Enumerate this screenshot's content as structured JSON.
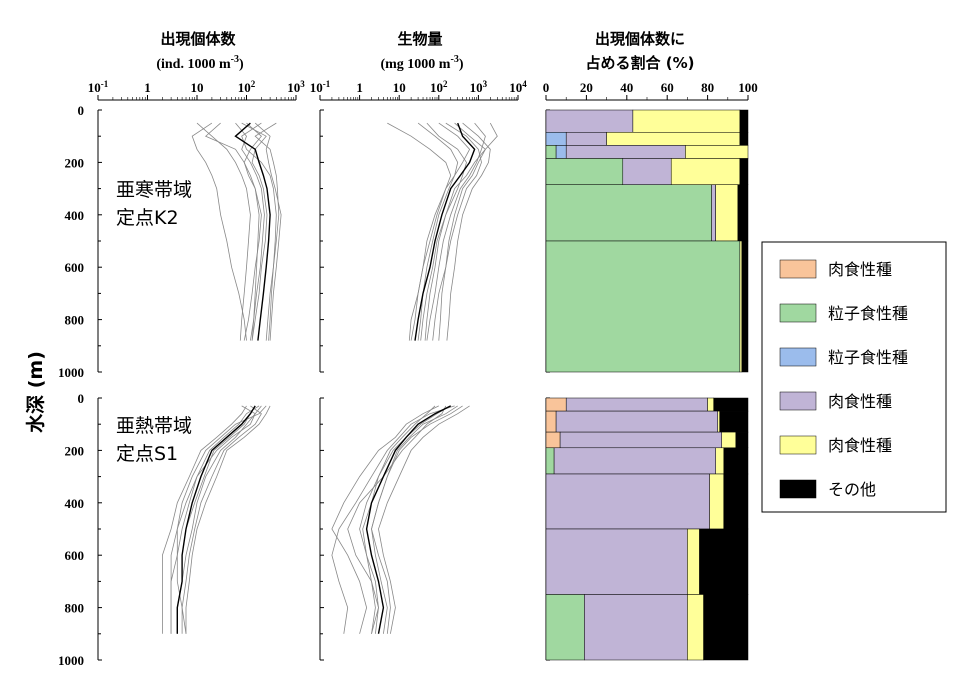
{
  "columns": {
    "abundance": {
      "line1": "出現個体数",
      "line2": "(ind. 1000 m",
      "sup": "-3",
      "close": ")"
    },
    "biomass": {
      "line1": "生物量",
      "line2": "(mg 1000 m",
      "sup": "-3",
      "close": ")"
    },
    "proportion": {
      "line1": "出現個体数に",
      "line2": "占める割合 (%)"
    }
  },
  "y_axis_label": "水深 (m)",
  "sites": {
    "top": {
      "line1": "亜寒帯域",
      "line2": "定点K2"
    },
    "bottom": {
      "line1": "亜熱帯域",
      "line2": "定点S1"
    }
  },
  "legend": [
    {
      "label": "肉食性種",
      "color": "#f9c49a"
    },
    {
      "label": "粒子食性種",
      "color": "#a0d8a0"
    },
    {
      "label": "粒子食性種",
      "color": "#9bbcec"
    },
    {
      "label": "肉食性種",
      "color": "#c0b4d6"
    },
    {
      "label": "肉食性種",
      "color": "#ffff99"
    },
    {
      "label": "その他",
      "color": "#000000"
    }
  ],
  "chart_data": [
    {
      "type": "line",
      "panel": "top-abundance",
      "xscale": "log",
      "xticks": [
        0.1,
        1,
        10,
        100,
        1000
      ],
      "xlim": [
        0.1,
        1000
      ],
      "ylim": [
        1000,
        0
      ],
      "yticks": [
        0,
        200,
        400,
        600,
        800,
        1000
      ],
      "depths": [
        50,
        100,
        150,
        200,
        250,
        300,
        400,
        500,
        600,
        700,
        800,
        880
      ],
      "mean": [
        120,
        60,
        150,
        180,
        220,
        260,
        300,
        280,
        250,
        220,
        190,
        170
      ],
      "series": [
        [
          30,
          15,
          60,
          90,
          120,
          150,
          200,
          180,
          150,
          130,
          110,
          90
        ],
        [
          200,
          80,
          100,
          200,
          300,
          350,
          400,
          380,
          350,
          300,
          270,
          250
        ],
        [
          80,
          250,
          150,
          130,
          180,
          220,
          260,
          240,
          200,
          180,
          150,
          130
        ],
        [
          400,
          150,
          300,
          350,
          400,
          420,
          450,
          400,
          350,
          320,
          300,
          280
        ],
        [
          60,
          100,
          80,
          120,
          160,
          200,
          230,
          210,
          190,
          160,
          140,
          120
        ],
        [
          10,
          20,
          40,
          60,
          80,
          100,
          120,
          110,
          100,
          90,
          80,
          75
        ],
        [
          150,
          300,
          250,
          280,
          320,
          380,
          500,
          450,
          400,
          350,
          320,
          300
        ],
        [
          20,
          8,
          10,
          15,
          20,
          25,
          30,
          40,
          50,
          70,
          90,
          100
        ],
        [
          100,
          200,
          120,
          90,
          110,
          150,
          180,
          170,
          160,
          150,
          140,
          130
        ]
      ]
    },
    {
      "type": "line",
      "panel": "top-biomass",
      "xscale": "log",
      "xticks": [
        0.1,
        1,
        10,
        100,
        1000,
        10000
      ],
      "xlim": [
        0.1,
        10000
      ],
      "ylim": [
        1000,
        0
      ],
      "yticks": [
        0,
        200,
        400,
        600,
        800,
        1000
      ],
      "depths": [
        50,
        100,
        150,
        200,
        250,
        300,
        400,
        500,
        600,
        700,
        800,
        880
      ],
      "mean": [
        300,
        400,
        800,
        600,
        350,
        200,
        120,
        80,
        60,
        40,
        30,
        25
      ],
      "series": [
        [
          100,
          300,
          600,
          400,
          250,
          150,
          90,
          60,
          40,
          30,
          20,
          18
        ],
        [
          800,
          1500,
          1200,
          900,
          600,
          350,
          200,
          130,
          100,
          80,
          60,
          50
        ],
        [
          30,
          80,
          200,
          300,
          250,
          180,
          100,
          70,
          50,
          40,
          35,
          30
        ],
        [
          2000,
          3000,
          1500,
          1000,
          700,
          400,
          250,
          180,
          150,
          120,
          110,
          100
        ],
        [
          150,
          500,
          1000,
          1200,
          900,
          500,
          300,
          200,
          150,
          100,
          80,
          70
        ],
        [
          50,
          100,
          300,
          500,
          400,
          300,
          150,
          90,
          70,
          50,
          40,
          35
        ],
        [
          400,
          1000,
          2000,
          1800,
          1200,
          700,
          400,
          300,
          250,
          200,
          180,
          160
        ],
        [
          5,
          20,
          60,
          150,
          200,
          150,
          80,
          50,
          40,
          30,
          25,
          20
        ],
        [
          250,
          600,
          1500,
          800,
          500,
          250,
          150,
          100,
          80,
          60,
          50,
          45
        ]
      ]
    },
    {
      "type": "area",
      "panel": "top-proportion",
      "stacked": true,
      "xlim": [
        0,
        100
      ],
      "xticks": [
        0,
        20,
        40,
        60,
        80,
        100
      ],
      "ylim": [
        1000,
        0
      ],
      "yticks": [
        0,
        200,
        400,
        600,
        800,
        1000
      ],
      "depth_bins": [
        [
          0,
          85
        ],
        [
          85,
          135
        ],
        [
          135,
          185
        ],
        [
          185,
          285
        ],
        [
          285,
          500
        ],
        [
          500,
          1000
        ]
      ],
      "series": [
        {
          "color": "#f9c49a",
          "values": [
            0,
            0,
            0,
            0,
            0,
            0
          ]
        },
        {
          "color": "#a0d8a0",
          "values": [
            0,
            0,
            5,
            38,
            82,
            96
          ]
        },
        {
          "color": "#9bbcec",
          "values": [
            0,
            10,
            5,
            0,
            0,
            0
          ]
        },
        {
          "color": "#c0b4d6",
          "values": [
            43,
            20,
            59,
            24,
            2,
            0
          ]
        },
        {
          "color": "#ffff99",
          "values": [
            53,
            66,
            31,
            34,
            11,
            1
          ]
        },
        {
          "color": "#000000",
          "values": [
            4,
            4,
            0,
            4,
            5,
            3
          ]
        }
      ]
    },
    {
      "type": "line",
      "panel": "bottom-abundance",
      "xscale": "log",
      "xticks": [
        0.1,
        1,
        10,
        100,
        1000
      ],
      "xlim": [
        0.1,
        1000
      ],
      "ylim": [
        1000,
        0
      ],
      "yticks": [
        0,
        200,
        400,
        600,
        800,
        1000
      ],
      "depths": [
        30,
        60,
        100,
        150,
        200,
        300,
        400,
        500,
        600,
        700,
        800,
        900
      ],
      "mean": [
        150,
        120,
        80,
        40,
        20,
        12,
        8,
        6,
        5,
        5,
        4,
        4
      ],
      "series": [
        [
          200,
          150,
          100,
          60,
          30,
          15,
          10,
          8,
          6,
          5,
          4,
          4
        ],
        [
          100,
          80,
          50,
          25,
          12,
          7,
          4,
          3,
          2,
          2,
          2,
          2
        ],
        [
          300,
          250,
          180,
          90,
          40,
          25,
          15,
          10,
          8,
          7,
          6,
          6
        ],
        [
          80,
          150,
          120,
          50,
          25,
          10,
          6,
          4,
          3,
          3,
          3,
          3
        ],
        [
          250,
          180,
          60,
          30,
          15,
          8,
          5,
          4,
          4,
          4,
          5,
          6
        ],
        [
          120,
          200,
          150,
          70,
          35,
          20,
          12,
          9,
          7,
          6,
          5,
          5
        ],
        [
          180,
          100,
          70,
          35,
          18,
          10,
          7,
          5,
          4,
          3,
          3,
          3
        ],
        [
          150,
          120,
          90,
          45,
          22,
          14,
          9,
          6,
          5,
          5,
          4,
          4
        ]
      ]
    },
    {
      "type": "line",
      "panel": "bottom-biomass",
      "xscale": "log",
      "xticks": [
        0.1,
        1,
        10,
        100,
        1000,
        10000
      ],
      "xlim": [
        0.1,
        10000
      ],
      "ylim": [
        1000,
        0
      ],
      "yticks": [
        0,
        200,
        400,
        600,
        800,
        1000
      ],
      "depths": [
        30,
        60,
        100,
        150,
        200,
        300,
        400,
        500,
        600,
        700,
        800,
        900
      ],
      "mean": [
        200,
        80,
        30,
        15,
        8,
        4,
        2,
        1.5,
        2,
        3,
        4,
        3
      ],
      "series": [
        [
          400,
          200,
          60,
          20,
          10,
          5,
          3,
          2,
          3,
          5,
          6,
          5
        ],
        [
          100,
          40,
          15,
          8,
          3,
          1,
          0.4,
          0.2,
          0.5,
          1,
          1.5,
          1
        ],
        [
          600,
          300,
          100,
          40,
          20,
          10,
          5,
          3,
          4,
          6,
          8,
          6
        ],
        [
          150,
          120,
          50,
          25,
          12,
          4,
          1,
          0.5,
          0.8,
          2,
          3,
          2
        ],
        [
          250,
          60,
          20,
          10,
          5,
          2,
          0.8,
          0.3,
          0.2,
          0.3,
          0.5,
          0.4
        ],
        [
          80,
          50,
          25,
          12,
          6,
          3,
          1.5,
          1,
          1.5,
          2,
          2.5,
          2
        ],
        [
          300,
          150,
          40,
          18,
          9,
          5,
          3,
          2,
          2.5,
          3.5,
          5,
          4
        ],
        [
          200,
          90,
          35,
          15,
          7,
          3,
          2,
          1.2,
          1.5,
          2.5,
          3,
          2.5
        ]
      ]
    },
    {
      "type": "area",
      "panel": "bottom-proportion",
      "stacked": true,
      "xlim": [
        0,
        100
      ],
      "xticks": [
        0,
        20,
        40,
        60,
        80,
        100
      ],
      "ylim": [
        1000,
        0
      ],
      "yticks": [
        0,
        200,
        400,
        600,
        800,
        1000
      ],
      "depth_bins": [
        [
          0,
          50
        ],
        [
          50,
          130
        ],
        [
          130,
          190
        ],
        [
          190,
          290
        ],
        [
          290,
          500
        ],
        [
          500,
          750
        ],
        [
          750,
          1000
        ]
      ],
      "series": [
        {
          "color": "#f9c49a",
          "values": [
            10,
            5,
            7,
            0,
            0,
            0,
            0
          ]
        },
        {
          "color": "#a0d8a0",
          "values": [
            0,
            0,
            0,
            4,
            0,
            0,
            19
          ]
        },
        {
          "color": "#9bbcec",
          "values": [
            0,
            0,
            0,
            0,
            0,
            0,
            0
          ]
        },
        {
          "color": "#c0b4d6",
          "values": [
            70,
            80,
            80,
            80,
            81,
            70,
            51
          ]
        },
        {
          "color": "#ffff99",
          "values": [
            3,
            1,
            7,
            4,
            7,
            6,
            8
          ]
        },
        {
          "color": "#000000",
          "values": [
            17,
            14,
            6,
            12,
            12,
            24,
            22
          ]
        }
      ]
    }
  ]
}
